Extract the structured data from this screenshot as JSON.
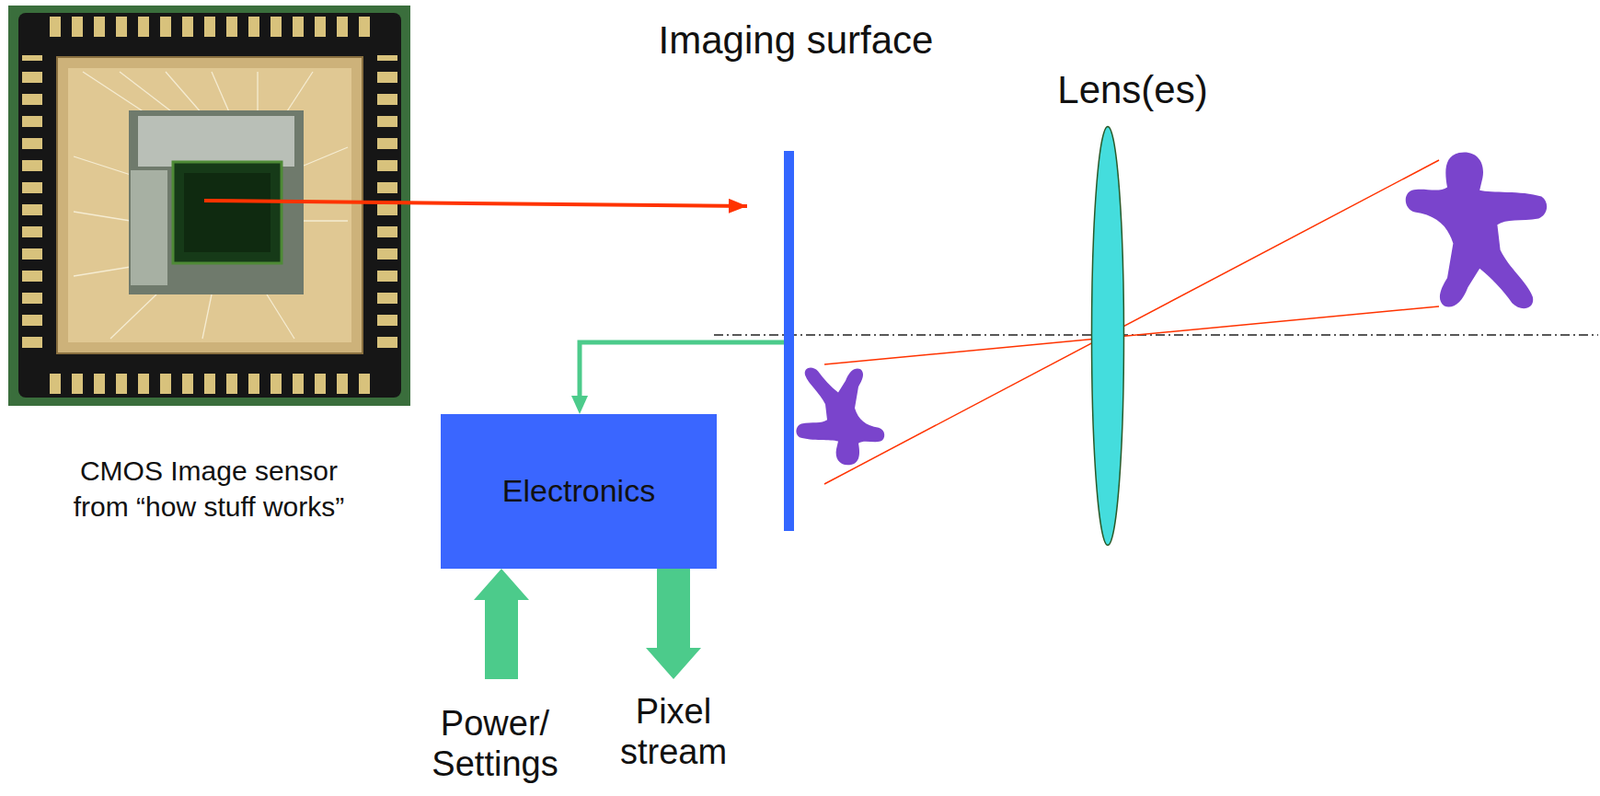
{
  "diagram": {
    "nodes": [
      {
        "text": [
          "Imaging surface"
        ]
      },
      {
        "text": [
          "Lens(es)"
        ]
      },
      {
        "text": [
          "Electronics"
        ]
      }
    ],
    "edges": [
      {
        "from": 0,
        "to": 2,
        "arrow": "to"
      }
    ],
    "labels": [
      "CMOS Image sensor from “how stuff works”",
      "Power/ Settings",
      "Pixel stream"
    ]
  }
}
